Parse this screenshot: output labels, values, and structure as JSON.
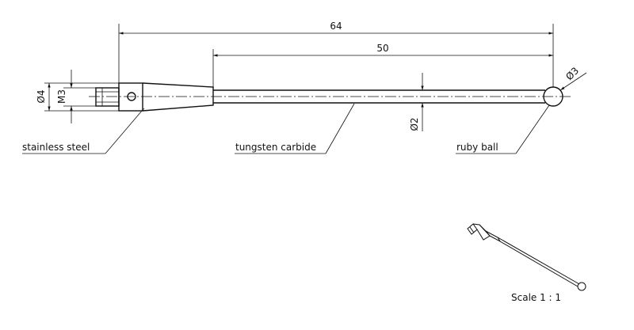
{
  "dimensions": {
    "overall_length": "64",
    "shaft_length": "50",
    "body_diameter": "Ø4",
    "thread": "M3",
    "shaft_diameter": "Ø2",
    "ball_diameter": "Ø3"
  },
  "labels": {
    "body_material": "stainless steel",
    "shaft_material": "tungsten carbide",
    "tip_material": "ruby ball"
  },
  "scale": "Scale 1 : 1"
}
